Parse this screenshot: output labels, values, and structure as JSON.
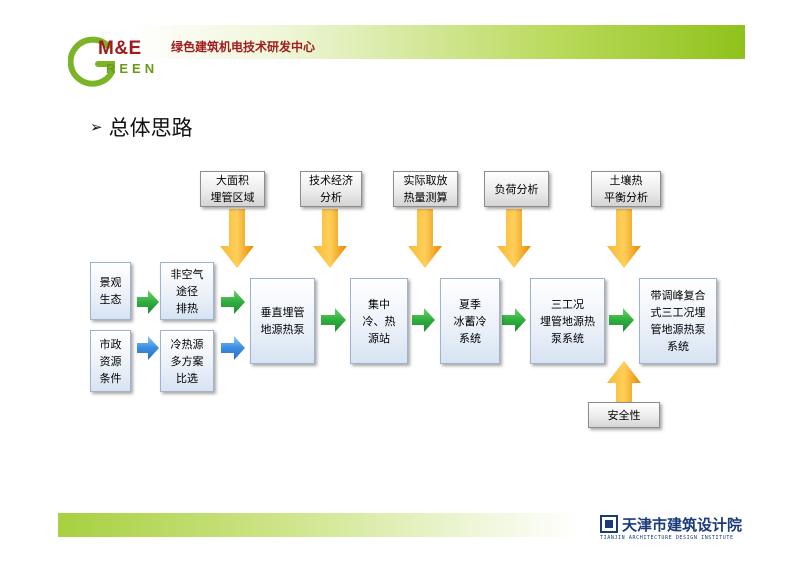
{
  "header": {
    "logo_me": "M&E",
    "logo_reen": "REEN",
    "title": "绿色建筑机电技术研发中心"
  },
  "section": {
    "bullet": "➢",
    "title": "总体思路"
  },
  "diagram": {
    "inputs": {
      "landscape": "景观\n生态",
      "municipal": "市政\n资源\n条件",
      "non_ac_exhaust": "非空气\n途径\n排热",
      "cooling_source": "冷热源\n多方案\n比选"
    },
    "flow": {
      "vertical_gshp": "垂直埋管\n地源热泵",
      "central_plant": "集中\n冷、热\n源站",
      "ice_storage": "夏季\n冰蓄冷\n系统",
      "tri_condition": "三工况\n埋管地源热\n泵系统",
      "peak_tri_condition": "带调峰复合\n式三工况埋\n管地源热泵\n系统"
    },
    "factors": {
      "large_area": "大面积\n埋管区域",
      "tech_econ": "技术经济\n分析",
      "heat_measure": "实际取放\n热量测算",
      "load": "负荷分析",
      "soil_heat": "土壤热\n平衡分析",
      "safety": "安全性"
    },
    "colors": {
      "green_arrow": "#2fa84a",
      "blue_arrow": "#3a8de0",
      "orange_arrow": "#f5a01a",
      "box_border": "#9fb4cc"
    }
  },
  "footer": {
    "org_cn": "天津市建筑设计院",
    "org_en": "TIANJIN ARCHITECTURE DESIGN INSTITUTE"
  }
}
